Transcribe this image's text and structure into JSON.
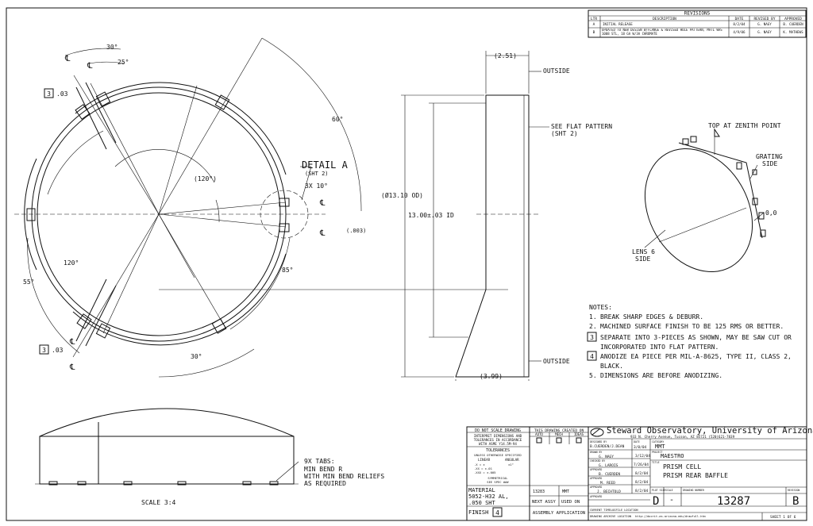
{
  "revisions": {
    "title": "REVISIONS",
    "headers": [
      "LTR",
      "DESCRIPTION",
      "DATE",
      "REVISED BY",
      "APPROVED"
    ],
    "rows": [
      [
        "A",
        "INITIAL RELEASE",
        "8/2/04",
        "G. NAGY",
        "B. CUERDEN"
      ],
      [
        "B",
        "UPDATED TO NEW DESIGN W/FLANGE & REVISED HOLE PATTERN, MATL WAS 1008 STL, 18 GA W/3A CHROMATE",
        "4/9/06",
        "G. NAGY",
        "K. MATHEWS"
      ]
    ]
  },
  "front_view": {
    "angle_30": "30°",
    "angle_25": "25°",
    "angle_60": "60°",
    "angle_120_ref": "(120°)",
    "angle_120": "120°",
    "angle_55": "55°",
    "angle_85": "85°",
    "angle_30_bottom": "30°",
    "angle_10": "3X 10°",
    "note_ref_top": "3",
    "note_ref_top_text": ".03",
    "note_ref_bottom": "3",
    "note_ref_bottom_text": ".03",
    "detail_label": "DETAIL A",
    "detail_sheet": "(SHT 2)",
    "dim_003": "(.003)",
    "centerline": "℄"
  },
  "side_view": {
    "dim_top": "(2.51)",
    "dim_bottom": "(3.99)",
    "outside_top": "OUTSIDE",
    "outside_bottom": "OUTSIDE",
    "see_flat_1": "SEE FLAT PATTERN",
    "see_flat_2": "(SHT 2)",
    "od": "(Ø13.10 OD)",
    "id": "13.00±.03 ID"
  },
  "iso_view": {
    "top": "TOP AT ZENITH POINT",
    "grating_1": "GRATING",
    "grating_2": "SIDE",
    "zero": "0,0",
    "lens_1": "LENS 6",
    "lens_2": "SIDE"
  },
  "notes": {
    "title": "NOTES:",
    "items": [
      {
        "num": "1.",
        "boxed": false,
        "lines": [
          "BREAK SHARP EDGES & DEBURR."
        ]
      },
      {
        "num": "2.",
        "boxed": false,
        "lines": [
          "MACHINED SURFACE FINISH TO BE 125 RMS OR BETTER."
        ]
      },
      {
        "num": "3",
        "boxed": true,
        "lines": [
          "SEPARATE INTO 3-PIECES AS SHOWN, MAY BE SAW CUT OR",
          "INCORPORATED INTO FLAT PATTERN."
        ]
      },
      {
        "num": "4",
        "boxed": true,
        "lines": [
          "ANODIZE EA PIECE PER MIL-A-8625, TYPE II, CLASS 2,",
          "BLACK."
        ]
      },
      {
        "num": "5.",
        "boxed": false,
        "lines": [
          "DIMENSIONS ARE BEFORE ANODIZING."
        ]
      }
    ]
  },
  "bottom_view": {
    "tabs_1": "9X TABS:",
    "tabs_2": "MIN BEND R",
    "tabs_3": "WITH MIN BEND RELIEFS",
    "tabs_4": "AS REQUIRED",
    "scale": "SCALE 3:4"
  },
  "title_block": {
    "do_not_scale": "DO NOT SCALE DRAWING",
    "interpret_1": "INTERPRET DIMENSIONS AND",
    "interpret_2": "TOLERANCES IN ACCORDANCE",
    "interpret_3": "WITH ASME Y14.5M-94",
    "tolerances": "TOLERANCES",
    "unless": "UNLESS OTHERWISE SPECIFIED",
    "linear": "LINEAR",
    "angular": "ANGULAR",
    "tol_x": ".X = ±",
    "tol_xx": ".XX = ±.01",
    "tol_xxx": ".XXX = ±.005",
    "tol_ang": "±1°",
    "symmetrical": "SYMMETRICAL",
    "see_spec": "SEE SPEC ###",
    "created_on": "THIS DRAWING CREATED ON",
    "cad_1": "AUTO",
    "cad_2": "MECH",
    "cad_3": "IDEAS",
    "material_label": "MATERIAL",
    "material_1": "5052-H32 AL,",
    "material_2": ".050 SHT",
    "finish_label": "FINISH",
    "finish_note": "4",
    "next_assy_num": "13283",
    "next_assy_proj": "MMT",
    "next_assy": "NEXT ASSY",
    "used_on": "USED ON",
    "application": "ASSEMBLY APPLICATION",
    "org_name": "Steward Observatory, University of Arizona",
    "org_addr": "933 N. Cherry Avenue, Tucson, AZ 85721 (520)621-7839",
    "designed_by_label": "DESIGNED BY",
    "designed_by": "B.CUERDEN/J.DEAN",
    "designed_date": "3/8/04",
    "drawn_by_label": "DRAWN BY",
    "drawn_by": "G. NAGY",
    "drawn_date": "3/12/04",
    "checked_label": "CHECKED BY",
    "checked_by": "G. LAROIS",
    "checked_date": "7/26/04",
    "approved_label_1": "APPROVED",
    "approved_1": "B. CUERDEN",
    "approved_date_1": "8/2/04",
    "approved_label_2": "APPROVED",
    "approved_2": "M. REED",
    "approved_date_2": "8/2/04",
    "approved_label_3": "APPROVED",
    "approved_3": "J. BECHTOLD",
    "approved_date_3": "8/2/04",
    "approved_label_4": "APPROVED",
    "date_label": "DATE",
    "category_label": "CATEGORY",
    "category": "MMT",
    "project_label": "PROJECT",
    "project": "MAESTRO",
    "title_label": "TITLE",
    "title_1": "PRISM CELL",
    "title_2": "PRISM REAR BAFFLE",
    "size_label": "PLOT SIZE",
    "size": "D",
    "scale_label": "SCALE",
    "scale": "-",
    "drawing_number_label": "DRAWING NUMBER",
    "drawing_number": "13287",
    "revision_label": "REVISION",
    "revision": "B",
    "current_file_label": "CURRENT TIMELOGFILE LOCATION",
    "archive_label": "DRAWING ARCHIVE LOCATION",
    "archive": "http://docrit.as.arizona.edu/drawfull.htm",
    "sheet": "SHEET 1 OF 6"
  }
}
